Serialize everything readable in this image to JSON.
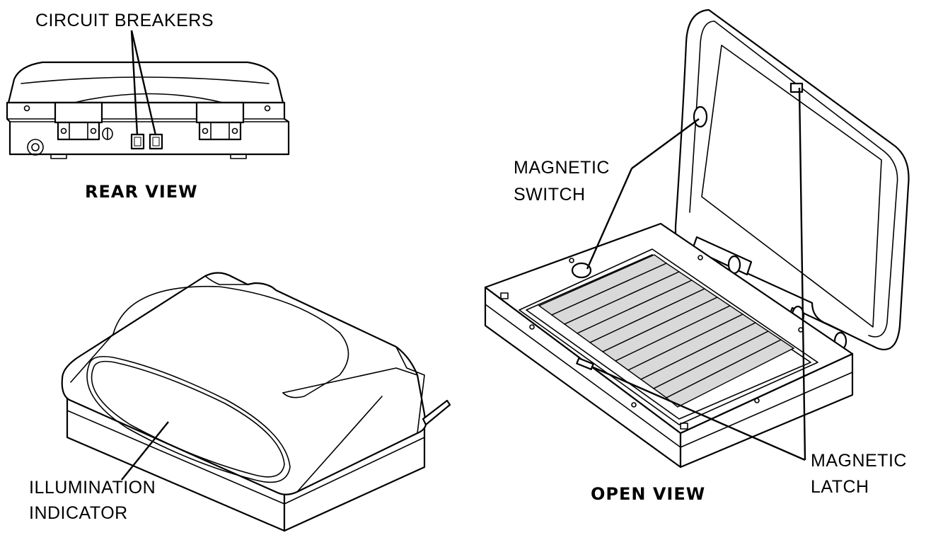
{
  "labels": {
    "circuit_breakers": "CIRCUIT BREAKERS",
    "rear_view": "REAR VIEW",
    "magnetic_switch_line1": "MAGNETIC",
    "magnetic_switch_line2": "SWITCH",
    "magnetic_latch_line1": "MAGNETIC",
    "magnetic_latch_line2": "LATCH",
    "open_view": "OPEN VIEW",
    "illumination_line1": "ILLUMINATION",
    "illumination_line2": "INDICATOR"
  },
  "colors": {
    "line": "#000000",
    "background": "#ffffff",
    "shade": "#d9d9d9"
  }
}
